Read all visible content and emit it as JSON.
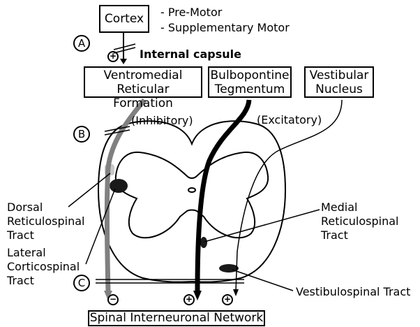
{
  "cortex": {
    "label": "Cortex",
    "notes": [
      "- Pre-Motor",
      "- Supplementary Motor"
    ]
  },
  "internal_capsule": "Internal capsule",
  "sources": [
    {
      "label_lines": [
        "Ventromedial",
        "Reticular Formation"
      ]
    },
    {
      "label_lines": [
        "Bulbopontine",
        "Tegmentum"
      ]
    },
    {
      "label_lines": [
        "Vestibular",
        "Nucleus"
      ]
    }
  ],
  "markers": {
    "a": "A",
    "b": "B",
    "c": "C"
  },
  "annotations": {
    "inhibitory": "(Inhibitory)",
    "excitatory": "(Excitatory)"
  },
  "tracts": {
    "dorsal_reticulospinal": [
      "Dorsal",
      "Reticulospinal",
      "Tract"
    ],
    "lateral_corticospinal": [
      "Lateral",
      "Corticospinal",
      "Tract"
    ],
    "medial_reticulospinal": [
      "Medial",
      "Reticulospinal",
      "Tract"
    ],
    "vestibulospinal": "Vestibulospinal Tract"
  },
  "signs": {
    "plus": "+",
    "minus": "−"
  },
  "target": "Spinal Interneuronal Network",
  "colors": {
    "inhibitory_tract": "#808080",
    "excitatory_tract": "#000000",
    "nucleus_fill": "#1a1a1a",
    "light_fill": "#c8c8c8"
  }
}
